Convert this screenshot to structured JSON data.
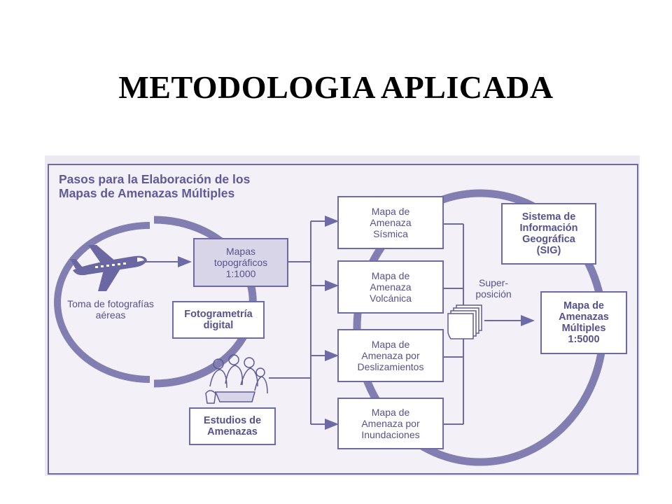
{
  "slide": {
    "title": "METODOLOGIA APLICADA"
  },
  "figure": {
    "title_line1": "Pasos para la Elaboración de los",
    "title_line2": "Mapas de Amenazas Múltiples",
    "inputs": {
      "aerial_label": "Toma de fotografías\naéreas",
      "topo_maps": "Mapas\ntopográficos\n1:1000",
      "photogrammetry": "Fotogrametría\ndigital",
      "hazard_studies": "Estudios de\nAmenazas"
    },
    "hazard_maps": [
      "Mapa de\nAmenaza\nSísmica",
      "Mapa de\nAmenaza\nVolcánica",
      "Mapa de\nAmenaza por\nDeslizamientos",
      "Mapa de\nAmenaza por\nInundaciones"
    ],
    "overlay_label": "Super-\nposición",
    "gis_box": "Sistema de\nInformación\nGeográfica\n(SIG)",
    "result_box": "Mapa de\nAmenazas\nMúltiples\n1:5000",
    "colors": {
      "accent": "#6e6aa6",
      "text": "#55528c",
      "panel": "#f3f1f7",
      "shade": "#d8d5e9"
    },
    "icons": [
      "airplane-icon",
      "team-of-people-icon",
      "stacked-documents-icon"
    ]
  }
}
